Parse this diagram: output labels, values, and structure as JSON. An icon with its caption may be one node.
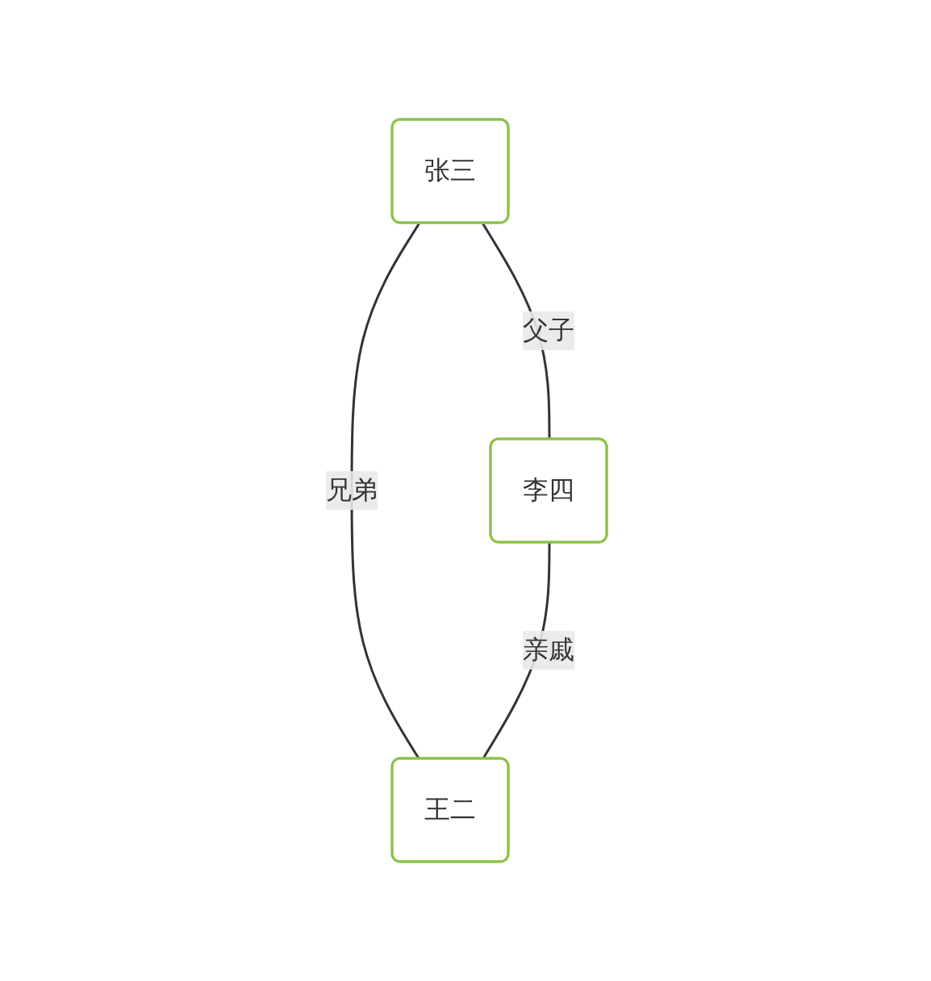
{
  "diagram": {
    "nodes": [
      {
        "text": [
          "张三"
        ]
      },
      {
        "text": [
          "王二"
        ]
      },
      {
        "text": [
          "李四"
        ]
      }
    ],
    "edges": [
      {
        "from": 0,
        "to": 2,
        "label": "父子",
        "arrow": "none"
      },
      {
        "from": 0,
        "to": 1,
        "label": "兄弟",
        "arrow": "none"
      },
      {
        "from": 2,
        "to": 1,
        "label": "亲戚",
        "arrow": "none"
      }
    ]
  }
}
